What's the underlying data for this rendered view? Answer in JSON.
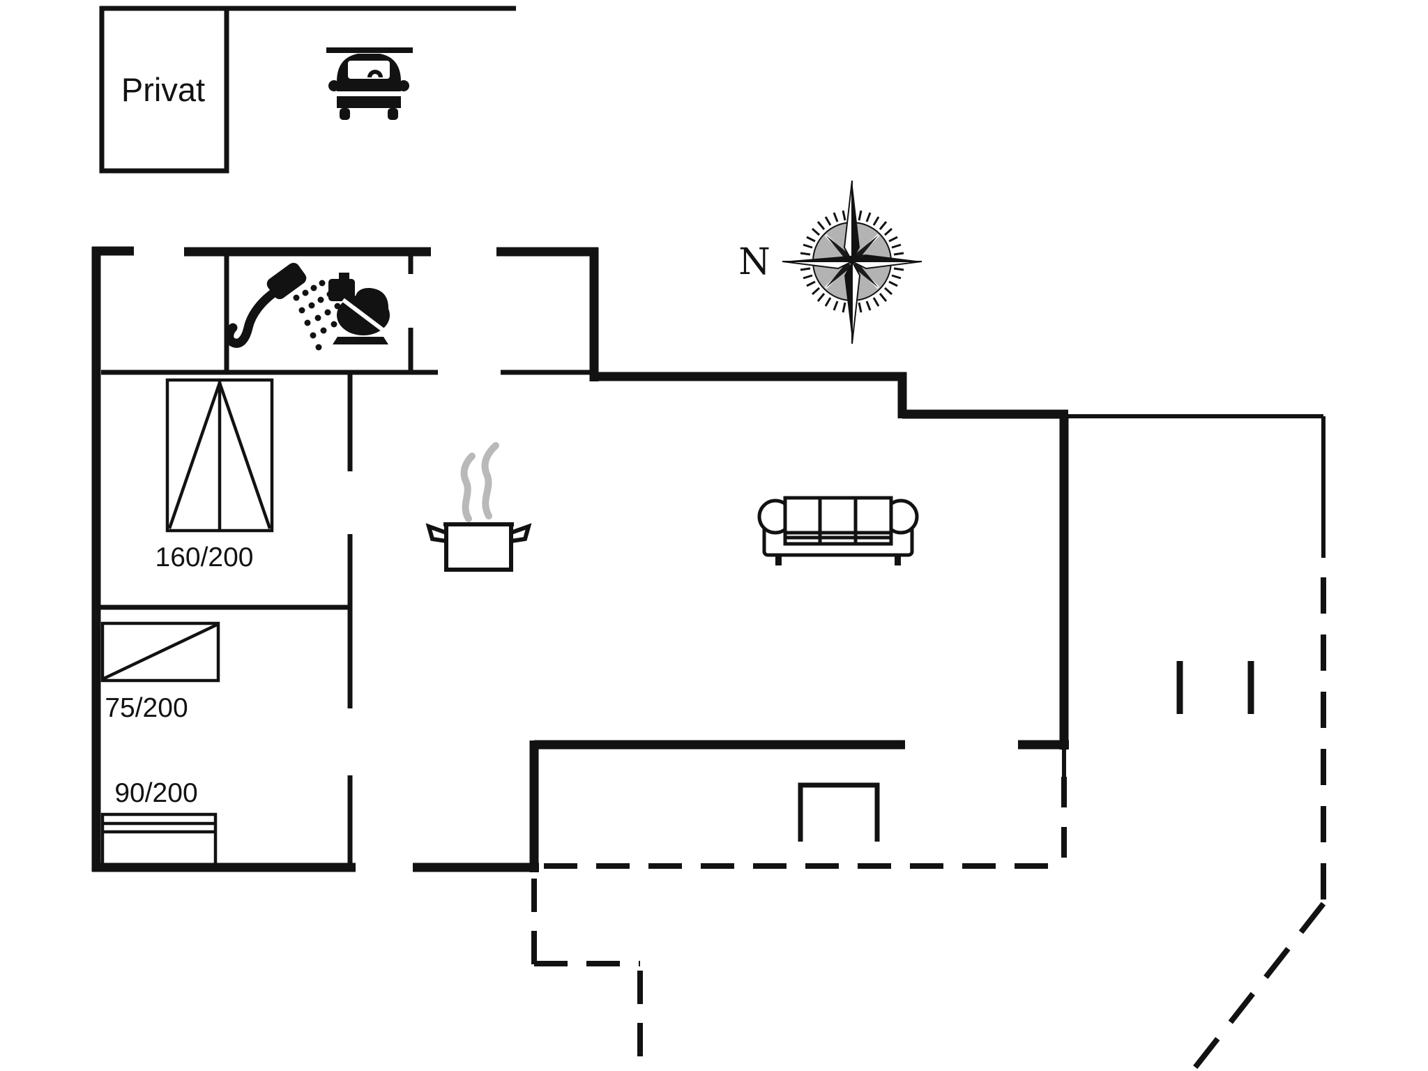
{
  "document": {
    "kind": "floor-plan",
    "background": "#ffffff",
    "ink_color": "#121212",
    "steam_color": "#b9b9b9"
  },
  "labels": {
    "private_room": "Privat",
    "compass_north": "N",
    "bed_double": "160/200",
    "bed_small": "75/200",
    "bed_single": "90/200"
  },
  "icons": [
    {
      "name": "car-icon",
      "meaning": "carport / parking space"
    },
    {
      "name": "shower-icon",
      "meaning": "shower in bathroom"
    },
    {
      "name": "toilet-icon",
      "meaning": "toilet in bathroom"
    },
    {
      "name": "cooking-pot-icon",
      "meaning": "kitchen / stove"
    },
    {
      "name": "sofa-icon",
      "meaning": "living room seating"
    },
    {
      "name": "compass-rose-icon",
      "meaning": "north orientation"
    },
    {
      "name": "steps-icon",
      "meaning": "terrace steps"
    }
  ],
  "legend": {
    "solid_thick_lines": "exterior walls",
    "solid_thin_lines": "interior walls / fixtures",
    "dashed_lines": "terrace / open areas"
  }
}
